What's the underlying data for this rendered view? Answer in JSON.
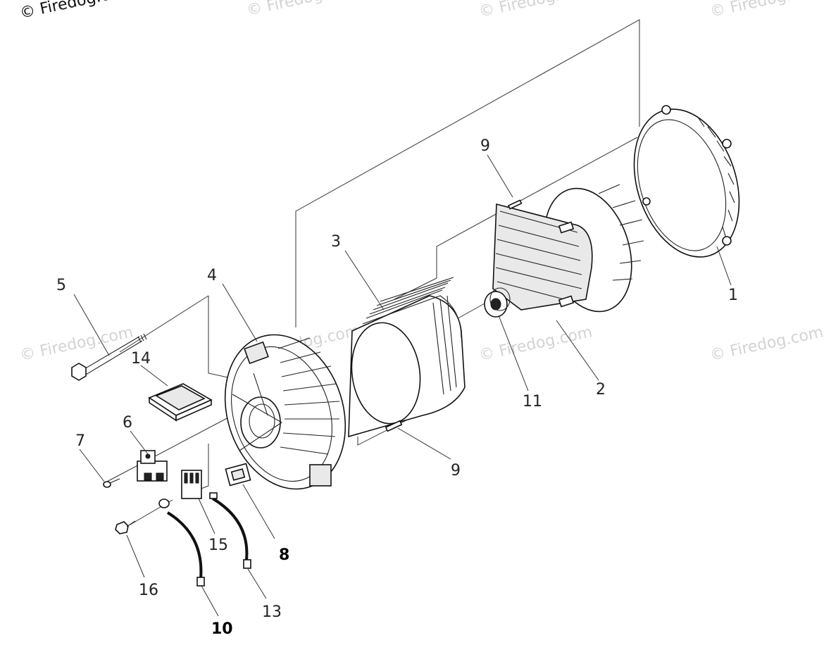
{
  "watermarks": [
    "© Firedog.c",
    "© Firedog.",
    "© Firedog.",
    "© Firedog.",
    "© Firedog.com",
    "© Firedog.com",
    "© Firedog.com",
    "© Firedog.com"
  ],
  "callouts": {
    "c1": "1",
    "c2": "2",
    "c3": "3",
    "c4": "4",
    "c5": "5",
    "c6": "6",
    "c7": "7",
    "c8": "8",
    "c9a": "9",
    "c9b": "9",
    "c10": "10",
    "c11": "11",
    "c13": "13",
    "c14": "14",
    "c15": "15",
    "c16": "16"
  }
}
